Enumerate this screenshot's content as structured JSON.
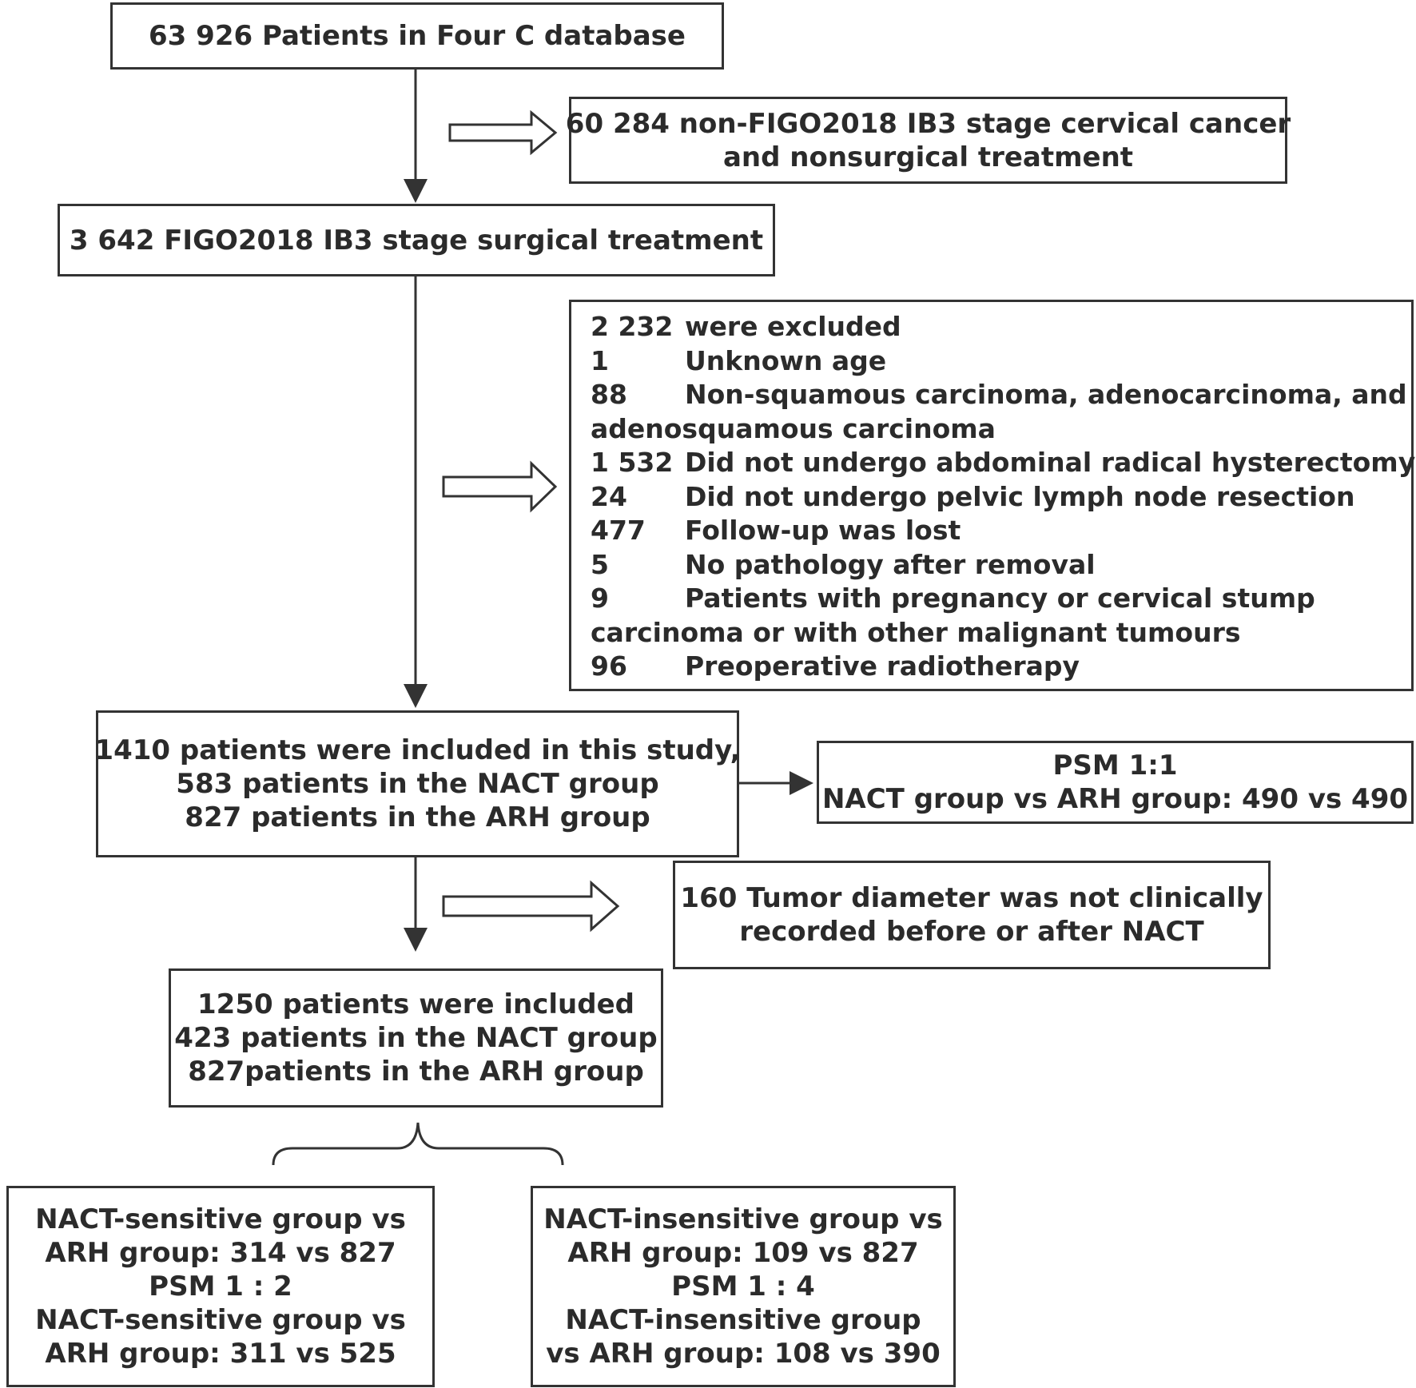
{
  "boxes": {
    "total": {
      "lines": [
        "63 926 Patients in Four C database"
      ]
    },
    "non_ib3": {
      "lines": [
        "60 284 non-FIGO2018 IB3 stage cervical cancer",
        "and nonsurgical treatment"
      ]
    },
    "ib3_surgical": {
      "lines": [
        "3 642 FIGO2018 IB3 stage surgical treatment"
      ]
    },
    "excluded": {
      "rows": [
        {
          "num": "2 232",
          "text": "were excluded"
        },
        {
          "num": "1",
          "text": "Unknown age"
        },
        {
          "num": "88",
          "text": "Non-squamous carcinoma, adenocarcinoma, and"
        },
        {
          "num": "",
          "text": "adenosquamous carcinoma"
        },
        {
          "num": "1 532",
          "text": "Did not undergo abdominal radical hysterectomy"
        },
        {
          "num": "24",
          "text": "Did not undergo pelvic lymph node resection"
        },
        {
          "num": "477",
          "text": "Follow-up was lost"
        },
        {
          "num": "5",
          "text": "No pathology after removal"
        },
        {
          "num": "9",
          "text": "Patients with pregnancy or cervical stump"
        },
        {
          "num": "",
          "text": "carcinoma or with other malignant tumours"
        },
        {
          "num": "96",
          "text": "Preoperative radiotherapy"
        }
      ]
    },
    "included_1410": {
      "lines": [
        "1410 patients were included in this study,",
        "583 patients in the NACT group",
        "827 patients in the ARH group"
      ]
    },
    "psm_main": {
      "lines": [
        "PSM 1:1",
        "NACT group vs ARH group: 490 vs 490"
      ]
    },
    "tumor_excluded": {
      "lines": [
        "160 Tumor diameter was not clinically",
        "recorded before or after NACT"
      ]
    },
    "included_1250": {
      "lines": [
        "1250 patients were included",
        "423 patients in the NACT group",
        "827patients in the ARH group"
      ]
    },
    "sensitive": {
      "lines": [
        "NACT-sensitive group vs",
        "ARH group: 314 vs 827",
        "PSM 1 : 2",
        "NACT-sensitive group vs",
        "ARH group: 311 vs 525"
      ]
    },
    "insensitive": {
      "lines": [
        "NACT-insensitive group vs",
        "ARH group: 109 vs 827",
        "PSM 1 : 4",
        "NACT-insensitive group",
        "vs ARH group: 108 vs 390"
      ]
    }
  },
  "colors": {
    "stroke": "#333333",
    "text": "#2b2b2b"
  }
}
